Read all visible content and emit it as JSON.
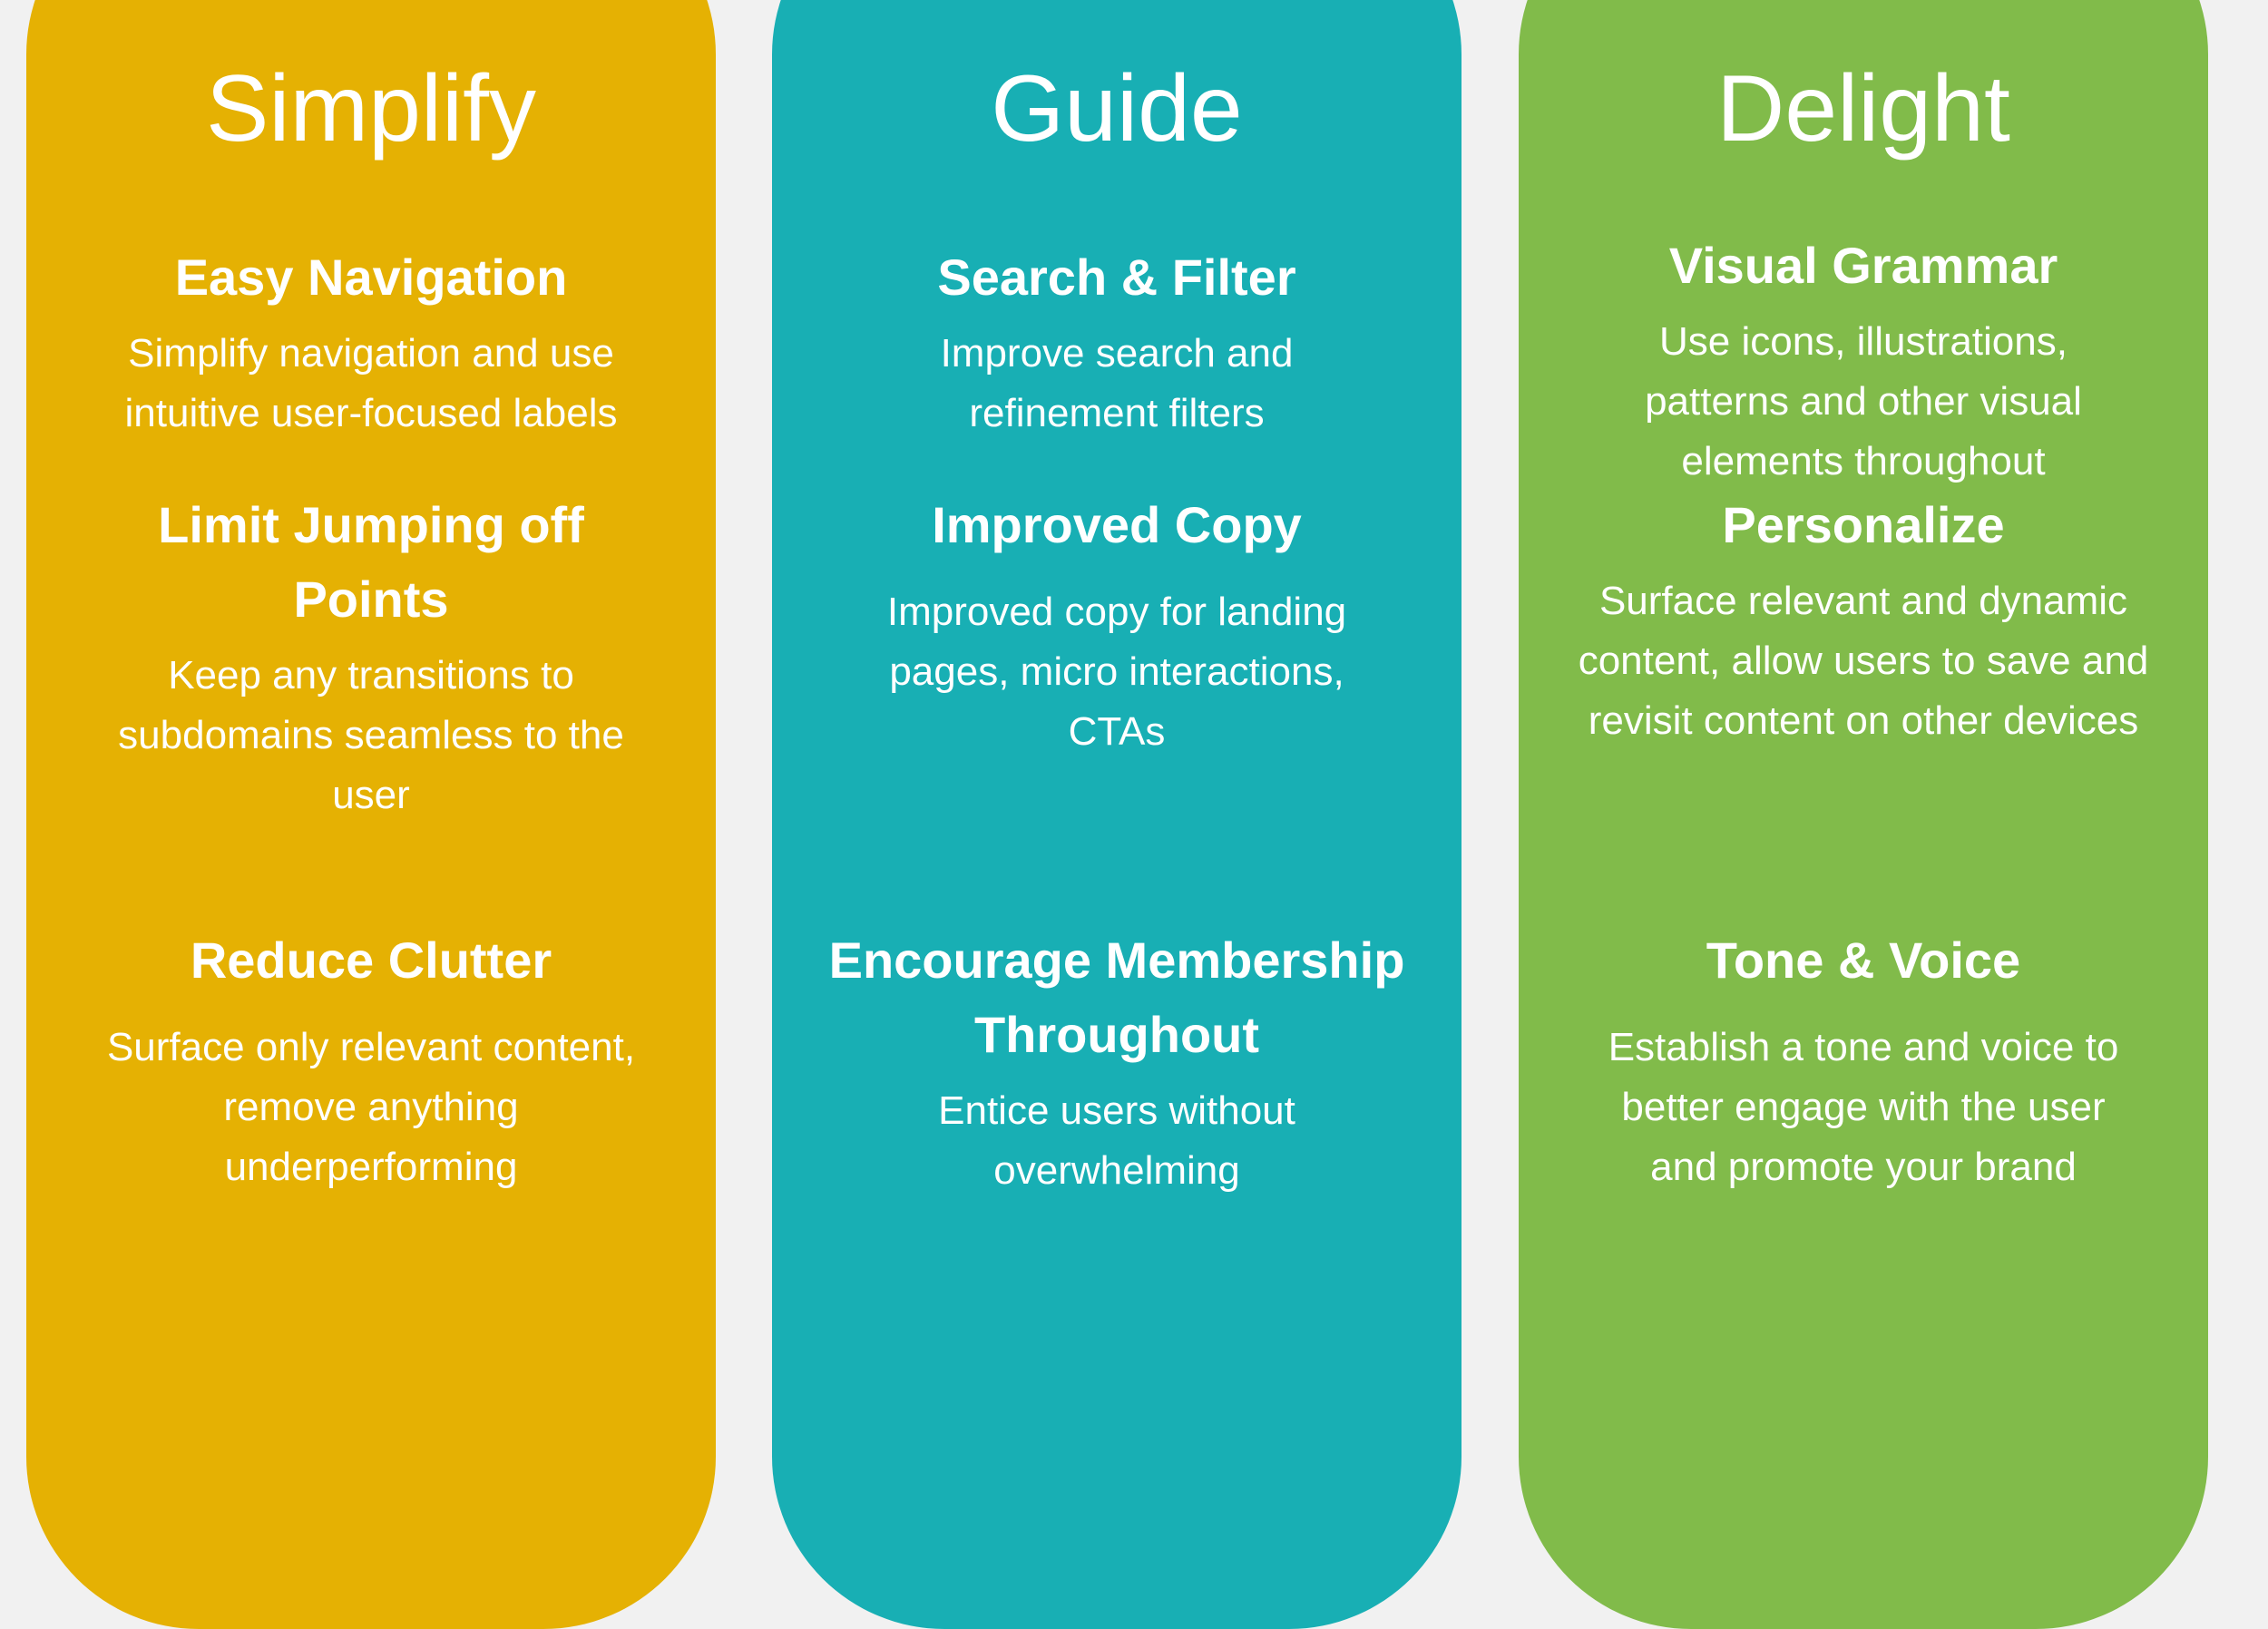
{
  "columns": [
    {
      "heading": "Simplify",
      "color": "#e5b103",
      "sections": [
        {
          "title": "Easy Navigation",
          "body": "Simplify navigation and use intuitive user-focused labels"
        },
        {
          "title": "Limit Jumping off Points",
          "body": "Keep any transitions to subdomains seamless to the user"
        },
        {
          "title": "Reduce Clutter",
          "body": "Surface only relevant content, remove anything underperforming"
        }
      ]
    },
    {
      "heading": "Guide",
      "color": "#18afb4",
      "sections": [
        {
          "title": "Search & Filter",
          "body": "Improve search and refinement  filters"
        },
        {
          "title": "Improved Copy",
          "body": "Improved copy for landing pages, micro interactions, CTAs"
        },
        {
          "title": "Encourage Membership Throughout",
          "body": "Entice users without overwhelming"
        }
      ]
    },
    {
      "heading": "Delight",
      "color": "#81bb4a",
      "sections": [
        {
          "title": "Visual Grammar",
          "body": "Use icons, illustrations, patterns and other visual elements throughout"
        },
        {
          "title": "Personalize",
          "body": "Surface relevant and dynamic content, allow users to save and revisit content on other devices"
        },
        {
          "title": "Tone & Voice",
          "body": "Establish a tone and voice to better engage with the user and promote your brand"
        }
      ]
    }
  ]
}
